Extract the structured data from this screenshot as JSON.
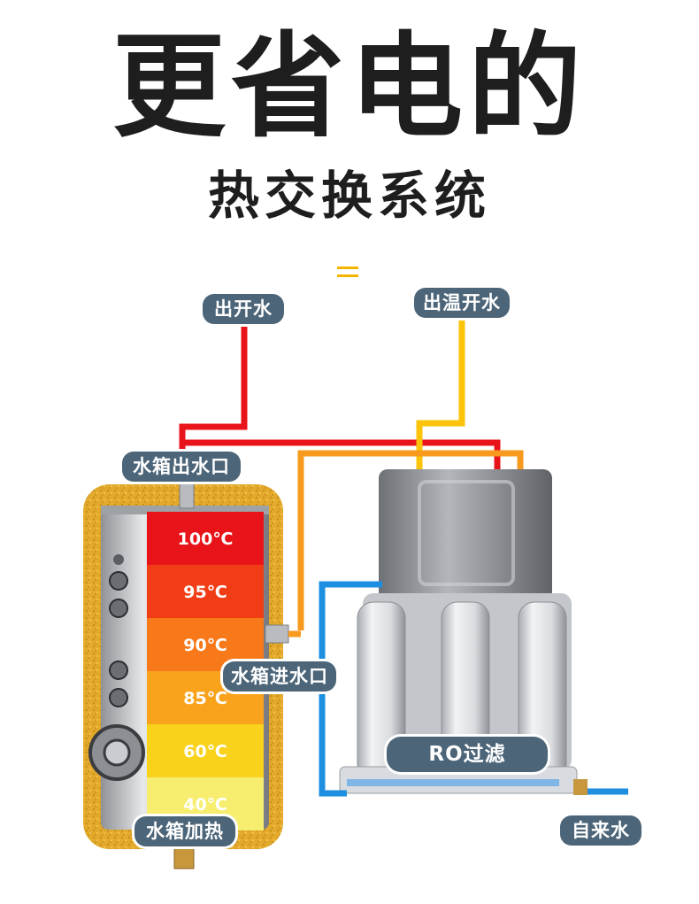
{
  "title": "更省电的",
  "subtitle": "热交换系统",
  "labels": {
    "hot_out": "出开水",
    "warm_out": "出温开水",
    "tank_outlet": "水箱出水口",
    "tank_inlet": "水箱进水口",
    "tank_heating": "水箱加热",
    "ro_filter": "RO过滤",
    "tap_water": "自来水"
  },
  "temperatures": [
    {
      "label": "100℃",
      "color": "#e8141a"
    },
    {
      "label": "95℃",
      "color": "#f13d16"
    },
    {
      "label": "90℃",
      "color": "#f7791a"
    },
    {
      "label": "85℃",
      "color": "#f9a31d"
    },
    {
      "label": "60℃",
      "color": "#f9d21c"
    },
    {
      "label": "40℃",
      "color": "#f7ee6f"
    }
  ],
  "colors": {
    "hot_pipe": "#e8141a",
    "warm_pipe": "#fbc30a",
    "mid_pipe": "#f79a1e",
    "cold_pipe": "#1e8ee0",
    "insulation": "#e2a92a",
    "tag_bg": "#4c6578"
  }
}
